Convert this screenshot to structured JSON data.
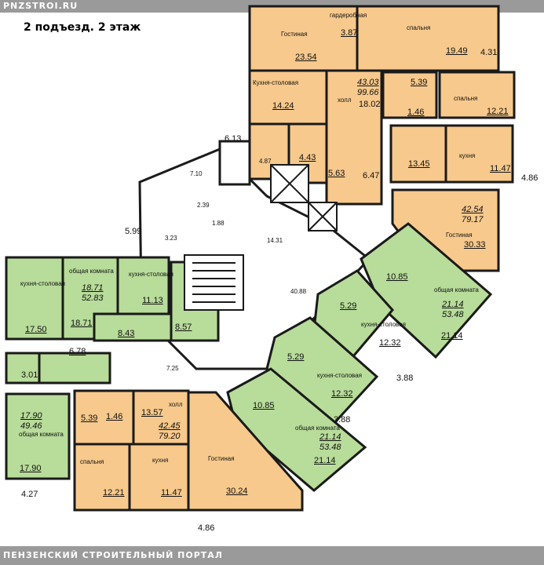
{
  "header": {
    "watermark_top": "PNZSTROI.RU",
    "title": "2 подъезд. 2 этаж",
    "watermark_bottom": "ПЕНЗЕНСКИЙ СТРОИТЕЛЬНЫЙ ПОРТАЛ"
  },
  "colors": {
    "orange": "#f7c98c",
    "green": "#b8dc9a",
    "wall": "#1a1a1a",
    "corridor": "#ffffff"
  },
  "labels": {
    "gostinaya": "Гостиная",
    "garderobnaya": "гардеробная",
    "spalnya": "спальня",
    "kuhnya_stolovaya": "Кухня-столовая",
    "holl": "холл",
    "kuhnya": "кухня",
    "kuhnya_stolovaya2": "кухня-столовая",
    "obshaya_komnata": "общая комната"
  },
  "areas": {
    "a2354": "23.54",
    "a387": "3.87",
    "a1949": "19.49",
    "a431": "4.31",
    "a4303": "43.03",
    "a9966": "99.66",
    "a1802": "18.02",
    "a1424": "14.24",
    "a539a": "5.39",
    "a146a": "1.46",
    "a1221a": "12.21",
    "a613": "6.13",
    "a487": "4.87",
    "a443": "4.43",
    "a563": "5.63",
    "a1345": "13.45",
    "a1147a": "11.47",
    "a486a": "4.86",
    "a710": "7.10",
    "a647": "6.47",
    "a239": "2.39",
    "a188": "1.88",
    "a1431": "14.31",
    "a599": "5.99",
    "a323": "3.23",
    "a4254": "42.54",
    "a7917": "79.17",
    "a3033": "30.33",
    "a1871a": "18.71",
    "a5283": "52.83",
    "a1113": "11.13",
    "a1750": "17.50",
    "a1871b": "18.71",
    "a843": "8.43",
    "a857": "8.57",
    "a4088": "40.88",
    "a1085a": "10.85",
    "a2114a": "21.14",
    "a5348a": "53.48",
    "a529a": "5.29",
    "a1232a": "12.32",
    "a2114b": "21.14",
    "a678": "6.78",
    "a301": "3.01",
    "a725": "7.25",
    "a388a": "3.88",
    "a529b": "5.29",
    "a1232b": "12.32",
    "a1790a": "17.90",
    "a4946": "49.46",
    "a539b": "5.39",
    "a146b": "1.46",
    "a1357": "13.57",
    "a4245": "42.45",
    "a7920": "79.20",
    "a1085b": "10.85",
    "a388b": "3.88",
    "a2114c": "21.14",
    "a5348b": "53.48",
    "a1790b": "17.90",
    "a1221b": "12.21",
    "a1147b": "11.47",
    "a3024": "30.24",
    "a2114d": "21.14",
    "a427": "4.27",
    "a486b": "4.86"
  }
}
